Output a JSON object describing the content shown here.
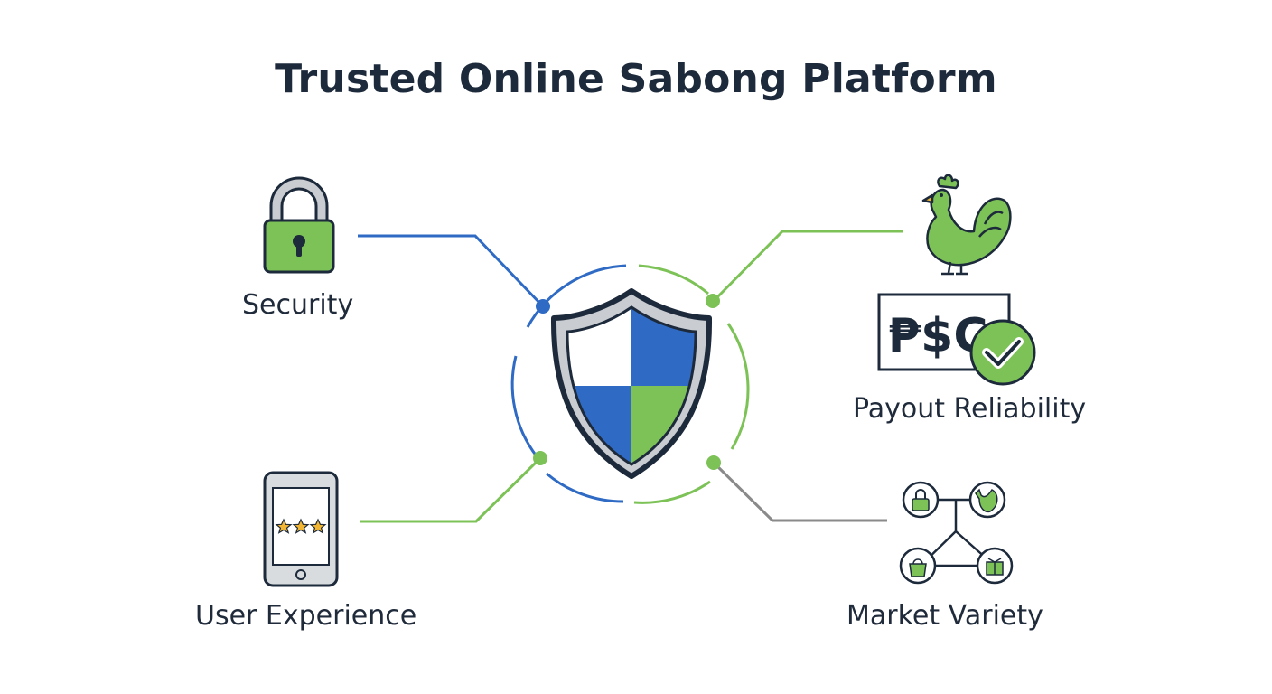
{
  "title": "Trusted Online Sabong Platform",
  "nodes": {
    "security": {
      "label": "Security",
      "icon": "padlock-icon"
    },
    "user_experience": {
      "label": "User Experience",
      "icon": "smartphone-rating-icon"
    },
    "payout_reliability": {
      "label": "Payout Reliability",
      "icon": "currency-check-icon",
      "currency_text": "₱$C"
    },
    "market_variety": {
      "label": "Market Variety",
      "icon": "network-icon"
    },
    "rooster": {
      "icon": "rooster-icon"
    },
    "center": {
      "icon": "shield-icon"
    }
  },
  "colors": {
    "blue": "#2f6bc4",
    "green": "#7cc257",
    "gray": "#8a8a8a",
    "dark": "#1d2a3b"
  }
}
